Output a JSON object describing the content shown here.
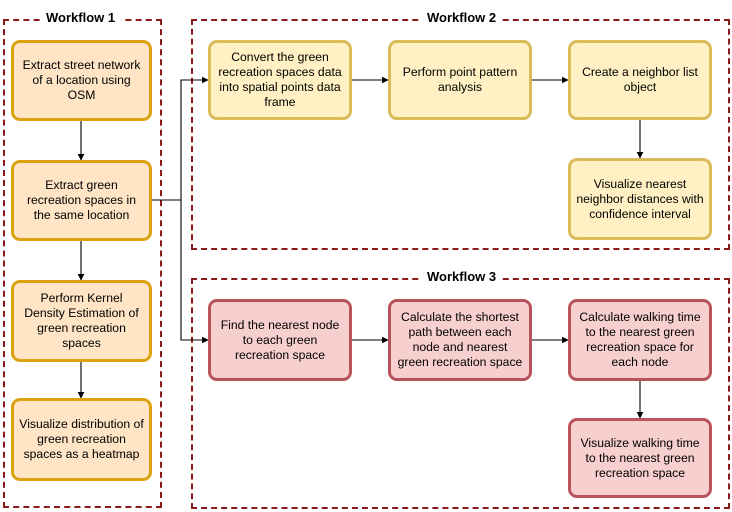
{
  "groups": {
    "wf1": "Workflow 1",
    "wf2": "Workflow 2",
    "wf3": "Workflow 3"
  },
  "nodes": {
    "w1_street": "Extract street network of a location using OSM",
    "w1_green": "Extract green recreation spaces in the same location",
    "w1_kde": "Perform Kernel Density Estimation of green recreation spaces",
    "w1_heatmap": "Visualize distribution of green recreation spaces as a heatmap",
    "w2_convert": "Convert the green recreation spaces data into spatial points data frame",
    "w2_ppa": "Perform point pattern analysis",
    "w2_neighbor": "Create a neighbor list object",
    "w2_visualize": "Visualize nearest neighbor distances with confidence interval",
    "w3_nearest": "Find the nearest node to each green recreation space",
    "w3_path": "Calculate the shortest path between each node and nearest green recreation space",
    "w3_time": "Calculate walking time to the nearest green recreation space for each node",
    "w3_visualize": "Visualize walking time to the nearest green recreation space"
  },
  "colors": {
    "group_border": "#8b1a1a",
    "orange_fill": "#ffe4c6",
    "orange_border": "#dba312",
    "yellow_fill": "#fff1c3",
    "yellow_border": "#d9bb58",
    "red_fill": "#f7cfce",
    "red_border": "#b9525a",
    "edge": "#000000"
  }
}
